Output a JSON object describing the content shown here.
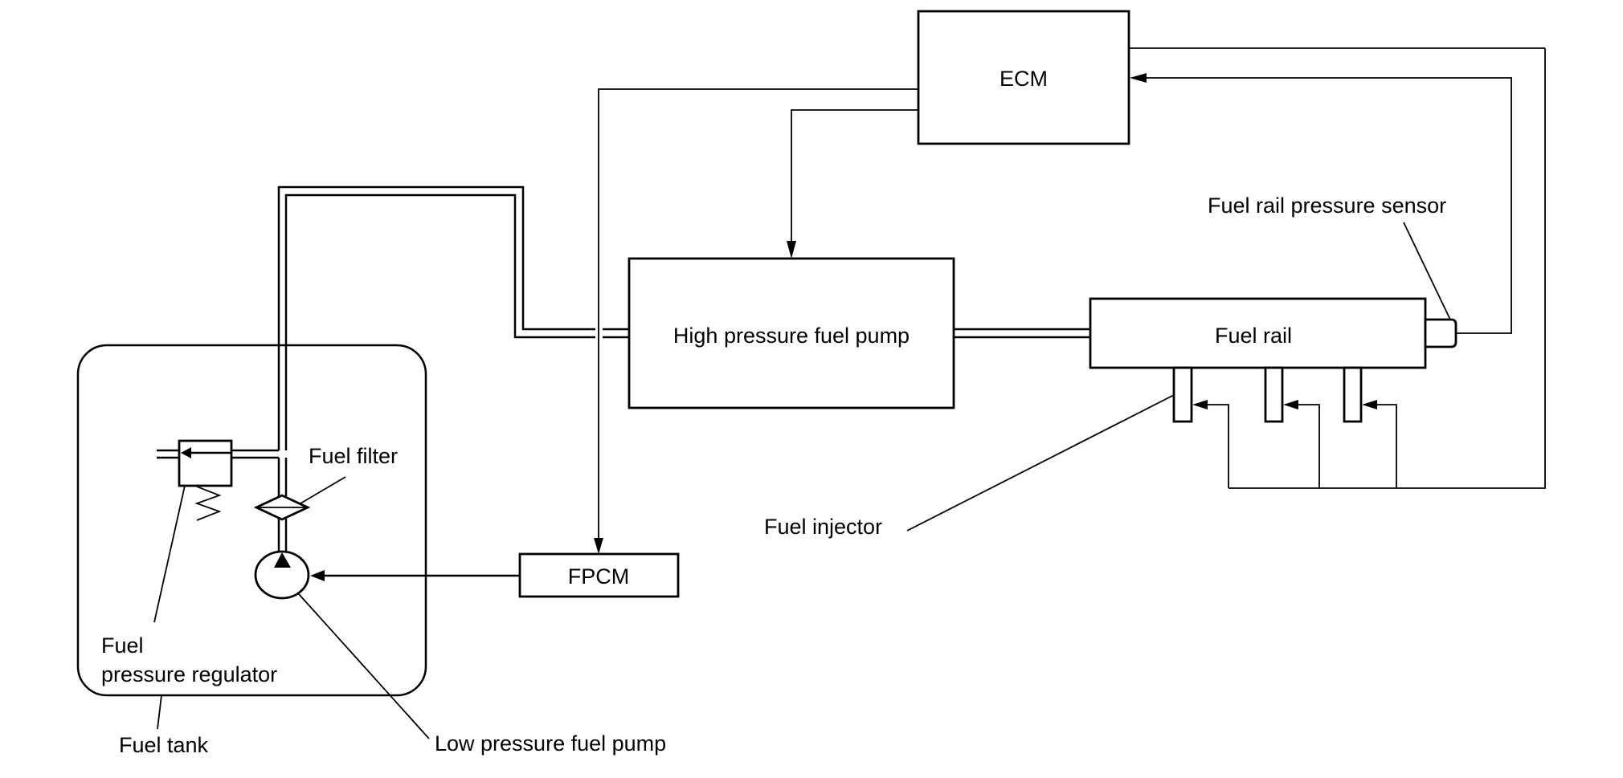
{
  "diagram": {
    "type": "fuel system block diagram",
    "components": {
      "ecm": {
        "label": "ECM"
      },
      "high_pressure_pump": {
        "label": "High pressure fuel pump"
      },
      "fuel_rail": {
        "label": "Fuel rail"
      },
      "fpcm": {
        "label": "FPCM"
      }
    },
    "callouts": {
      "fuel_rail_pressure_sensor": "Fuel rail pressure sensor",
      "fuel_injector": "Fuel injector",
      "fuel_filter": "Fuel filter",
      "fuel_pressure_regulator_line1": "Fuel",
      "fuel_pressure_regulator_line2": "pressure regulator",
      "fuel_tank": "Fuel tank",
      "low_pressure_fuel_pump": "Low pressure fuel pump"
    },
    "injector_count": 3,
    "colors": {
      "line": "#000000",
      "background": "#ffffff"
    }
  }
}
